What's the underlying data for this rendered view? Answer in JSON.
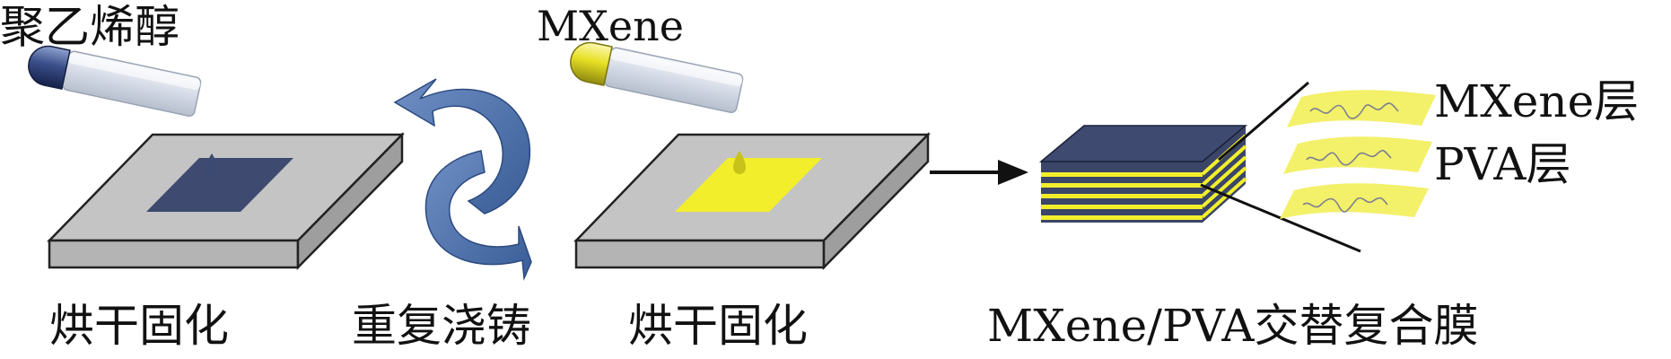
{
  "labels": {
    "pva_solution": "聚乙烯醇",
    "mxene_solution": "MXene",
    "cure_left": "烘干固化",
    "repeat_casting": "重复浇铸",
    "cure_right": "烘干固化",
    "composite_film": "MXene/PVA交替复合膜",
    "mxene_layer": "MXene层",
    "pva_layer": "PVA层"
  },
  "colors": {
    "pva_blue": "#3d4a6e",
    "mxene_yellow": "#f2ee2c",
    "substrate_gray": "#bfbfbf",
    "arrow_blue": "#4a6fa8",
    "film_dark": "#3b4568"
  },
  "icons": [
    "vial-icon",
    "drop-icon",
    "cycle-arrows-icon",
    "arrow-right-icon",
    "polymer-chain-icon"
  ]
}
